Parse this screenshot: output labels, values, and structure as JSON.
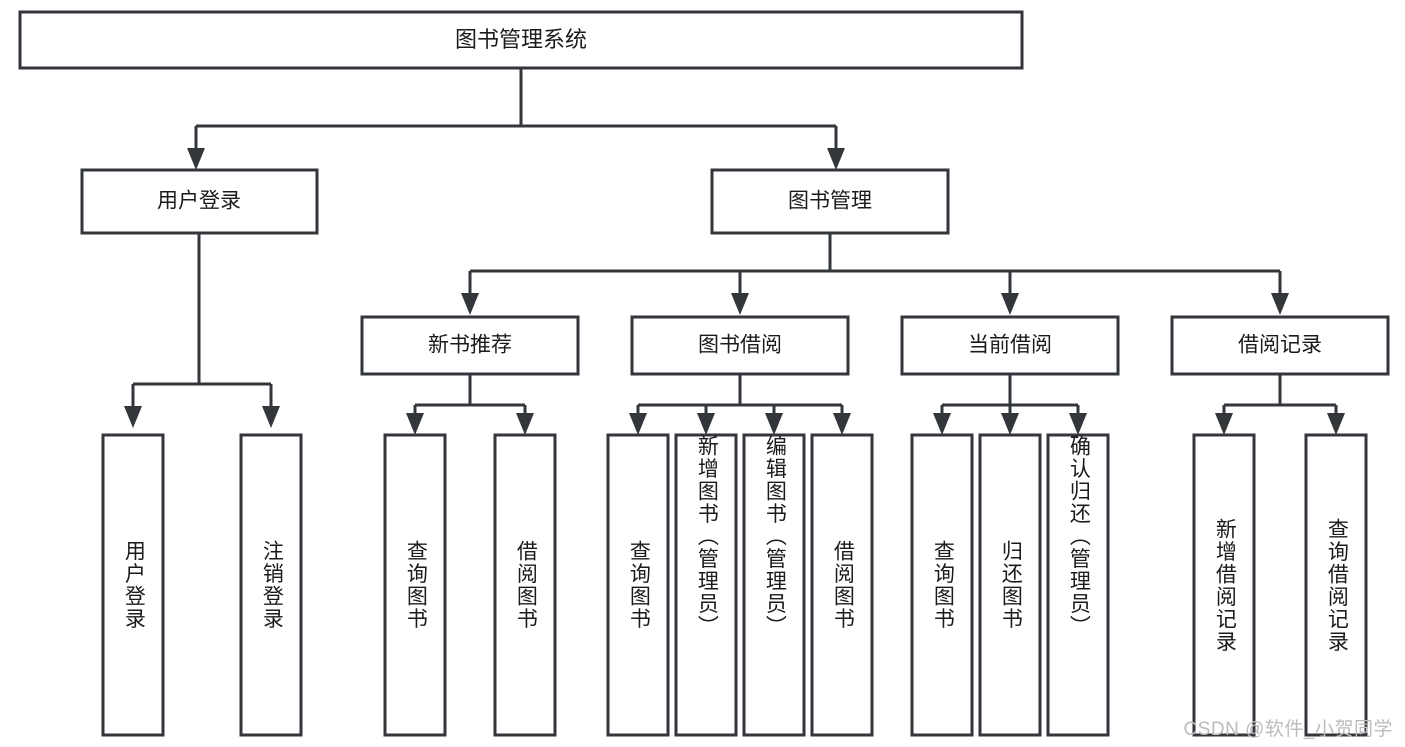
{
  "diagram": {
    "title": "图书管理系统",
    "type": "tree",
    "watermark": "CSDN @软件_小贺同学",
    "colors": {
      "stroke": "#33363b",
      "fill": "#ffffff",
      "text": "#1b1b1b",
      "watermark": "#bcbcbc",
      "background": "#ffffff"
    },
    "levels": {
      "root": {
        "label": "图书管理系统"
      },
      "level2": [
        {
          "id": "user-login",
          "label": "用户登录"
        },
        {
          "id": "book-manage",
          "label": "图书管理"
        }
      ],
      "level3": [
        {
          "id": "new-book-rec",
          "label": "新书推荐",
          "parent": "book-manage"
        },
        {
          "id": "book-borrow",
          "label": "图书借阅",
          "parent": "book-manage"
        },
        {
          "id": "current-borrow",
          "label": "当前借阅",
          "parent": "book-manage"
        },
        {
          "id": "borrow-record",
          "label": "借阅记录",
          "parent": "book-manage"
        }
      ],
      "leaves": [
        {
          "id": "leaf-user-login",
          "label": "用户登录",
          "parent": "user-login"
        },
        {
          "id": "leaf-user-logout",
          "label": "注销登录",
          "parent": "user-login"
        },
        {
          "id": "leaf-query-book-1",
          "label": "查询图书",
          "parent": "new-book-rec"
        },
        {
          "id": "leaf-borrow-book-1",
          "label": "借阅图书",
          "parent": "new-book-rec"
        },
        {
          "id": "leaf-query-book-2",
          "label": "查询图书",
          "parent": "book-borrow"
        },
        {
          "id": "leaf-add-book",
          "label": "新增图书（管理员）",
          "parent": "book-borrow"
        },
        {
          "id": "leaf-edit-book",
          "label": "编辑图书（管理员）",
          "parent": "book-borrow"
        },
        {
          "id": "leaf-borrow-book-2",
          "label": "借阅图书",
          "parent": "book-borrow"
        },
        {
          "id": "leaf-query-book-3",
          "label": "查询图书",
          "parent": "current-borrow"
        },
        {
          "id": "leaf-return-book",
          "label": "归还图书",
          "parent": "current-borrow"
        },
        {
          "id": "leaf-confirm-return",
          "label": "确认归还（管理员）",
          "parent": "current-borrow"
        },
        {
          "id": "leaf-add-record",
          "label": "新增借阅记录",
          "parent": "borrow-record"
        },
        {
          "id": "leaf-query-record",
          "label": "查询借阅记录",
          "parent": "borrow-record"
        }
      ]
    }
  }
}
